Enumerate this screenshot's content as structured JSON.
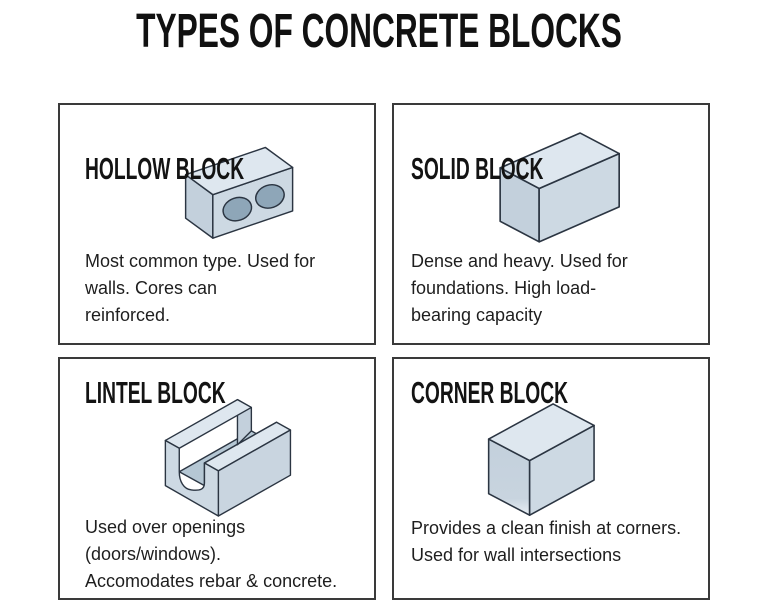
{
  "title": "TYPES OF CONCRETE BLOCKS",
  "cards": [
    {
      "id": "hollow-block",
      "heading": "HOLLOW BLOCK",
      "description": "Most common type. Used for\nwalls. Cores can\nreinforced.",
      "illustration": "hollow concrete block with two elliptical cores, isometric view"
    },
    {
      "id": "solid-block",
      "heading": "SOLID BLOCK",
      "description": "Dense and heavy. Used for\nfoundations. High load-\nbearing capacity",
      "illustration": "solid rectangular concrete block, isometric view"
    },
    {
      "id": "lintel-block",
      "heading": "LINTEL BLOCK",
      "description": "Used over openings (doors/windows).\nAccomodates rebar & concrete.",
      "illustration": "U-shaped channel lintel block, isometric view"
    },
    {
      "id": "corner-block",
      "heading": "CORNER BLOCK",
      "description": "Provides a clean finish at corners.\nUsed for wall intersections",
      "illustration": "rectangular corner block, isometric view"
    }
  ],
  "palette": {
    "background": "#ffffff",
    "card_border": "#3a3a3a",
    "heading_text": "#131313",
    "body_text": "#1e1e1e",
    "block_outline": "#2b3542",
    "block_top_face": "#dee7ef",
    "block_end_face": "#c3d0dc",
    "block_front_face": "#cdd9e3",
    "block_core_hole": "#8ea6b8",
    "block_inner_wall": "#9db2c3",
    "block_trough": "#b5c7d4"
  }
}
